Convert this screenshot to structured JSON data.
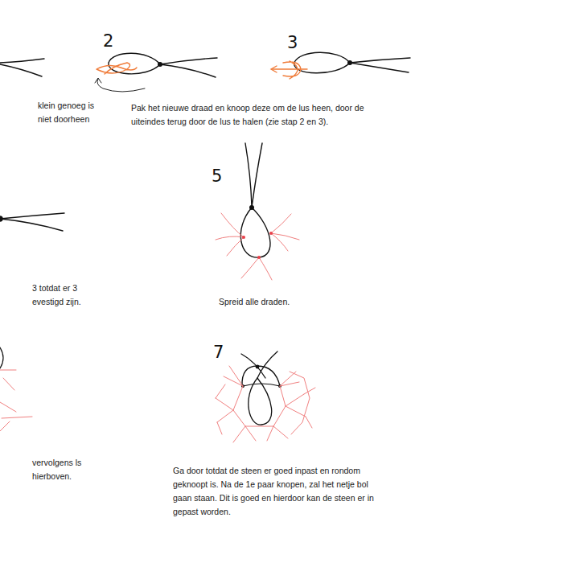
{
  "diagram": {
    "labels": [
      "2",
      "3",
      "5",
      "7",
      "klein genoeg is niet doorheen",
      "Pak het nieuwe draad en knoop deze om de lus heen, door de uiteindes terug door de lus te halen (zie stap 2 en 3).",
      "3 totdat er 3 evestigd zijn.",
      "Spreid alle draden.",
      "vervolgens ls hierboven.",
      "Ga door totdat de steen er goed inpast en rondom geknoopt is. Na de 1e paar knopen, zal het netje bol gaan staan. Dit is goed en hierdoor kan de steen er in gepast worden."
    ]
  }
}
